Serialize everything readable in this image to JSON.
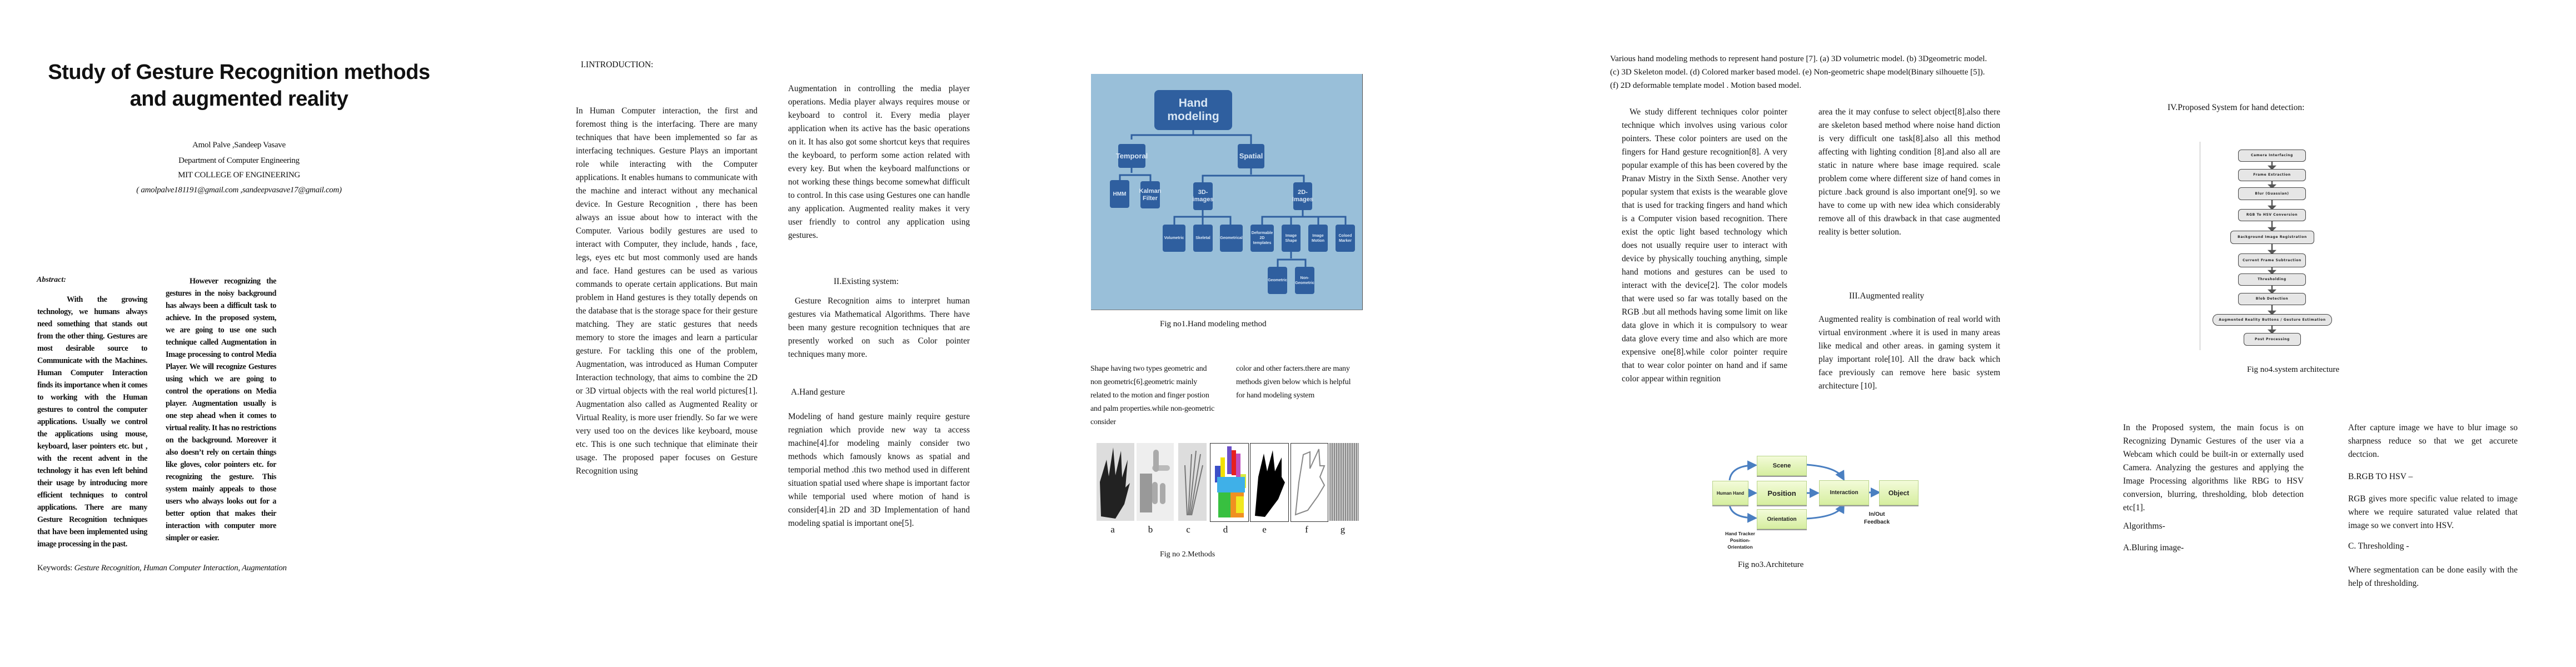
{
  "page1": {
    "title": "Study of Gesture Recognition methods and augmented reality",
    "authors": "Amol Palve  ,Sandeep Vasave",
    "department": "Department of  Computer Engineering",
    "college": "MIT COLLEGE OF ENGINEERING",
    "emails": "( amolpalve181191@gmail.com ,sandeepvasave17@gmail.com)",
    "abstract_label": "Abstract:",
    "abstract_left": "With the growing technology, we humans always need something that stands out from the other thing. Gestures are most desirable source to Communicate with the Machines.  Human Computer Interaction finds its importance when it comes to working with the Human gestures to control the computer applications. Usually we control the applications using mouse, keyboard, laser pointers etc. but , with the recent  advent in the technology it has even left behind their usage by introducing more efficient techniques to control applications. There are many Gesture Recognition techniques that have been implemented using image processing in the past.",
    "abstract_right": "However recognizing the gestures in the noisy background has always been a difficult task to achieve. In the proposed system, we are going to use one such technique called Augmentation in Image processing to control Media Player. We will recognize Gestures using which we are going to control the operations on Media player. Augmentation usually is one step ahead when it comes to virtual reality. It has no restrictions on the background. Moreover it also doesn’t rely on certain things like gloves, color pointers etc. for recognizing the gesture. This system mainly appeals to those users who always  looks out for a better option that makes their interaction with computer more simpler or easier.",
    "keywords_label": "Keywords:",
    "keywords": "Gesture Recognition,  Human Computer Interaction, Augmentation"
  },
  "page2": {
    "intro_heading": "I.INTRODUCTION:",
    "intro_text": "In Human Computer interaction, the first and foremost thing is the interfacing. There are many techniques that have been implemented so far as interfacing techniques. Gesture Plays an important role while interacting with the Computer applications. It enables humans to communicate with the machine and interact without any mechanical device. In Gesture Recognition , there has been always an issue about how to interact with the Computer. Various bodily gestures are used to interact with  Computer, they include, hands , face, legs, eyes etc but most commonly  used are hands and face. Hand gestures can be used as various commands to operate certain applications. But main problem in Hand gestures is they totally depends on the database that is the storage space for their gesture matching. They are static gestures that needs memory to store the images and learn a particular gesture. For tackling this one of the  problem, Augmentation, was introduced as Human Computer Interaction technology, that aims to combine the 2D or 3D virtual objects with the real world pictures[1].  Augmentation also called as Augmented Reality or Virtual Reality, is more user friendly.  So far we were very used too on the devices like keyboard, mouse etc. This is one such technique that eliminate their usage. The proposed paper focuses on Gesture Recognition using",
    "intro_cont": "Augmentation in controlling the media player operations. Media player always requires mouse or keyboard to control it. Every media player application when its active has the basic operations on it. It has also got some shortcut keys that requires the keyboard, to perform some action related with every key. But when the keyboard malfunctions or not working these things become somewhat difficult to control. In this case using  Gestures one can handle any application. Augmented reality  makes  it very user friendly to control any application using gestures.",
    "existing_heading": "II.Existing system:",
    "existing_text": "Gesture Recognition aims to interpret human gestures via Mathematical Algorithms.  There have been many gesture recognition techniques   that are presently worked on such as Color pointer techniques many more.",
    "hand_heading": "A.Hand gesture",
    "hand_text": "Modeling of hand gesture mainly require gesture regniation which provide new way ta access machine[4].for modeling mainly consider two methods which famously knows as spatial and temporial method .this two method used in different situation spatial used where shape is important factor while temporial used where motion of hand is consider[4].in 2D and 3D Implementation of hand modeling spatial is important one[5]."
  },
  "page3": {
    "fig1": {
      "root": "Hand modeling",
      "temporal": "Temporal",
      "spatial": "Spatial",
      "hmm": "HMM",
      "kalman": "Kalman Filter",
      "images3d": "3D- images",
      "images2d": "2D- Images",
      "volumetric": "Volumetric",
      "skeletal": "Skeletal",
      "geometrical": "Geometrical",
      "deformable": "Deformable 2D templates",
      "image_shape": "Image Shape",
      "image_motion": "Image Motion",
      "colored_marker": "Coloed Marker",
      "geometric": "Geometric",
      "non_geometric": "Non- Geometric",
      "caption": "Fig no1.Hand modeling method"
    },
    "shape_text": "Shape having two types geometric and non geometric[6].geometric mainly related to the motion and finger postion and palm properties.while non-geometric consider",
    "shape_text2": "color and other facters.there are many methods given below which is helpful for hand modeling system",
    "fig2": {
      "labels": [
        "a",
        "b",
        "c",
        "d",
        "e",
        "f",
        "g"
      ],
      "caption": "Fig no 2.Methods"
    }
  },
  "page4": {
    "fig2_desc": "Various hand modeling methods to represent hand posture [7]. (a) 3D volumetric model. (b) 3Dgeometric model. (c) 3D Skeleton model. (d) Colored marker based model. (e) Non-geometric shape model(Binary silhouette [5]). (f) 2D deformable template model . Motion based model.",
    "col1": "We study different techniques color pointer technique which involves using various color pointers. These color pointers are used on the fingers for Hand gesture recognition[8]. A very popular example of this has been covered by the Pranav Mistry in the Sixth Sense. Another very popular system that exists is the wearable glove that is used for tracking fingers and hand which is a Computer vision based recognition. There exist the optic light based technology which does not usually require user to interact with device by physically touching anything, simple hand motions and gestures can be used to interact with the device[2]. The color models that were used so far was totally based on the RGB .but all methods having some limit on like data glove in which it is compulsory to wear data glove every time and also which are more expensive      one[8].while color pointer require that to wear color  pointer on hand and if same color appear within regnition",
    "col2": "area the it may confuse to select object[8].also there are skeleton based method where noise hand diction is very difficult one task[8].also all this method affecting with lighting condition [8].and also all are static in nature where base image required. scale problem come where different size of hand comes in picture .back ground is also important one[9]. so we have to come up with new idea which considerably remove all of this drawback in that case augmented reality is better solution.",
    "ar_heading": "III.Augmented reality",
    "ar_text": "Augmented reality is combination of real world with virtual environment .where it is used in many areas like medical and other areas. in gaming system it play important role[10]. All the draw back which face previously can remove here basic system architecture [10].",
    "fig3": {
      "human_hand": "Human Hand",
      "scene": "Scene",
      "position": "Position",
      "orientation": "Orientation",
      "interaction": "Interaction",
      "object": "Object",
      "feedback": "In/Out Feedback",
      "tracker": "Hand Tracker Position- Orientation",
      "caption": "Fig no3.Architeture"
    }
  },
  "page5": {
    "heading": "IV.Proposed System for hand detection:",
    "fig4": {
      "steps": [
        "Camera Interfacing",
        "Frame Extraction",
        "Blur (Guassian)",
        "RGB To HSV Conversion",
        "Background Image Registration",
        "Current Frame Subtraction",
        "Thresholding",
        "Blob Detection",
        "Augmented Reality Buttons / Gesture Estimation",
        "Post Processing"
      ],
      "caption": "Fig no4.system architecture"
    },
    "proposed_text": "In the Proposed system, the main focus is on Recognizing Dynamic Gestures of  the user via a Webcam which could be built-in or externally used Camera. Analyzing the gestures and applying the Image Processing algorithms like RBG to HSV conversion, blurring, thresholding, blob detection etc[1].",
    "algorithms_label": "Algorithms-",
    "blur_heading": "A.Bluring image-",
    "blur_text": "After capture image we have to blur image so sharpness reduce so that we get accurete dectcion.",
    "rgb_heading": "B.RGB TO HSV –",
    "rgb_text": "RGB gives more specific value related to image where we require saturated value related that image so we convert into HSV.",
    "threshold_heading": "C. Thresholding -",
    "threshold_text": "Where    segmentation can be done easily with the help of thresholding."
  }
}
